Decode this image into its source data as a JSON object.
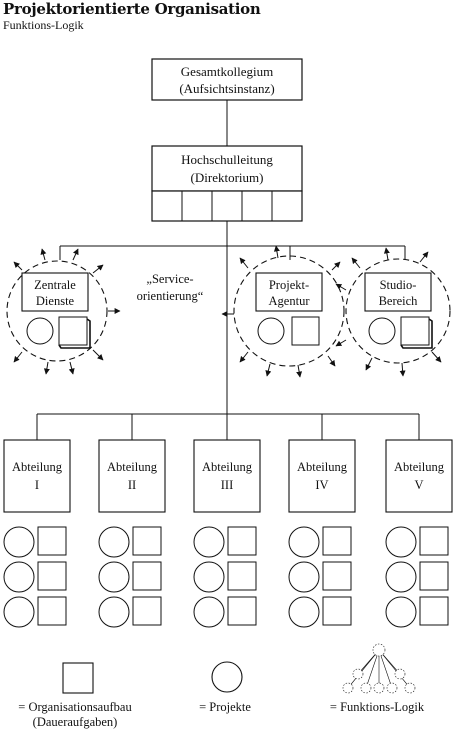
{
  "header": {
    "title": "Projektorientierte Organisation",
    "subtitle": "Funktions-Logik"
  },
  "top": {
    "gesamtkollegium": [
      "Gesamtkollegium",
      "(Aufsichtsinstanz)"
    ],
    "hochschulleitung": [
      "Hochschulleitung",
      "(Direktorium)"
    ]
  },
  "service": {
    "label": [
      "„Service-",
      "orientierung“"
    ],
    "units": [
      {
        "lines": [
          "Zentrale",
          "Dienste"
        ]
      },
      {
        "lines": [
          "Projekt-",
          "Agentur"
        ]
      },
      {
        "lines": [
          "Studio-",
          "Bereich"
        ]
      }
    ]
  },
  "abteilungen": [
    {
      "name": "Abteilung",
      "numeral": "I"
    },
    {
      "name": "Abteilung",
      "numeral": "II"
    },
    {
      "name": "Abteilung",
      "numeral": "III"
    },
    {
      "name": "Abteilung",
      "numeral": "IV"
    },
    {
      "name": "Abteilung",
      "numeral": "V"
    }
  ],
  "legend": {
    "organisationsaufbau": [
      "= Organisationsaufbau",
      "(Daueraufgaben)"
    ],
    "projekte": "= Projekte",
    "funktions_logik": "= Funktions-Logik"
  }
}
